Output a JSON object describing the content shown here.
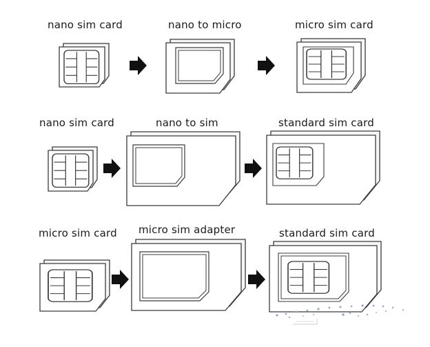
{
  "rows": [
    {
      "source": "nano sim card",
      "adapter": "nano to micro",
      "result": "micro sim card"
    },
    {
      "source": "nano sim card",
      "adapter": "nano to sim",
      "result": "standard sim card"
    },
    {
      "source": "micro sim card",
      "adapter": "micro sim adapter",
      "result": "standard sim card"
    }
  ],
  "colors": {
    "outline": "#3a3a3a",
    "arrow": "#111111",
    "text": "#1a1a1a",
    "sparkle": "#9aa7c4"
  }
}
